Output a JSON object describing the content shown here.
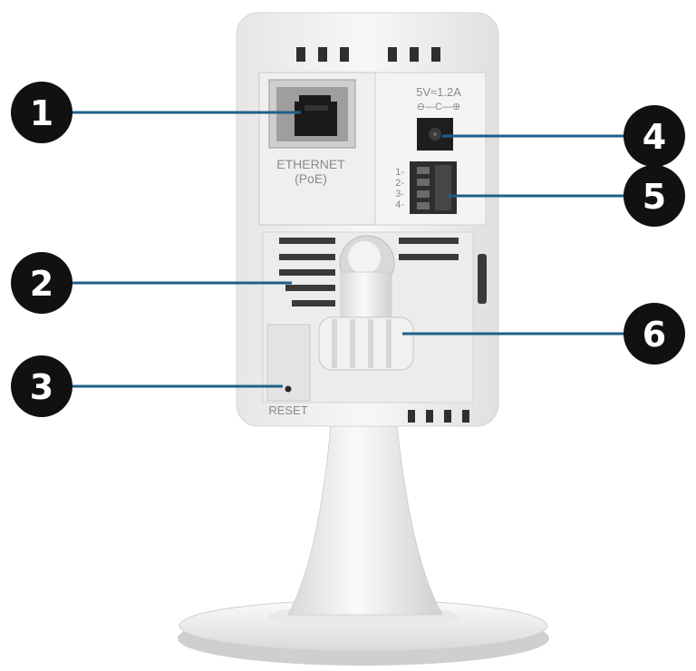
{
  "device": {
    "ethernet_label_line1": "ETHERNET",
    "ethernet_label_line2": "(PoE)",
    "power_rating": "5V≈1.2A",
    "power_polarity": "⊖—C—⊕",
    "io_pin_labels": [
      "1-",
      "2-",
      "3-",
      "4-"
    ],
    "reset_label": "RESET"
  },
  "callouts": [
    "1",
    "2",
    "3",
    "4",
    "5",
    "6"
  ],
  "colors": {
    "callout_fill": "#111111",
    "leader_line": "#1f5f87",
    "body": "#f2f2f2",
    "port": "#2a2a2a"
  }
}
